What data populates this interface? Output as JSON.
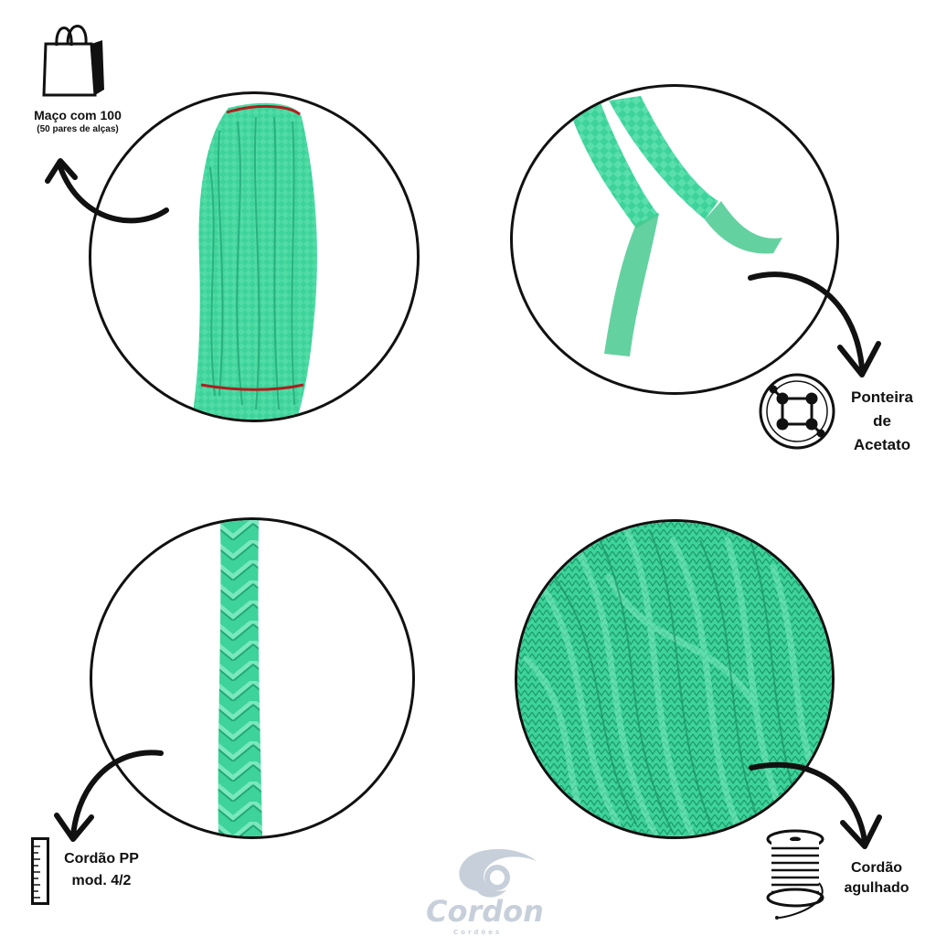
{
  "colors": {
    "cord": "#3dd39a",
    "cord_dark": "#23a877",
    "outline": "#111111",
    "band": "#b01e1e",
    "logo": "#c7d0da"
  },
  "labels": {
    "bundle_title": "Maço com 100",
    "bundle_sub": "(50 pares de alças)",
    "tip_line1": "Ponteira",
    "tip_line2": "de",
    "tip_line3": "Acetato",
    "cord_line1": "Cordão PP",
    "cord_line2": "mod. 4/2",
    "needle_line1": "Cordão",
    "needle_line2": "agulhado"
  },
  "icons": {
    "bundle": "shopping-bag-icon",
    "tip": "molecule-icon",
    "cord": "ruler-icon",
    "needle": "thread-spool-icon"
  },
  "brand": {
    "name": "Cordon",
    "tagline": "Cordões"
  }
}
